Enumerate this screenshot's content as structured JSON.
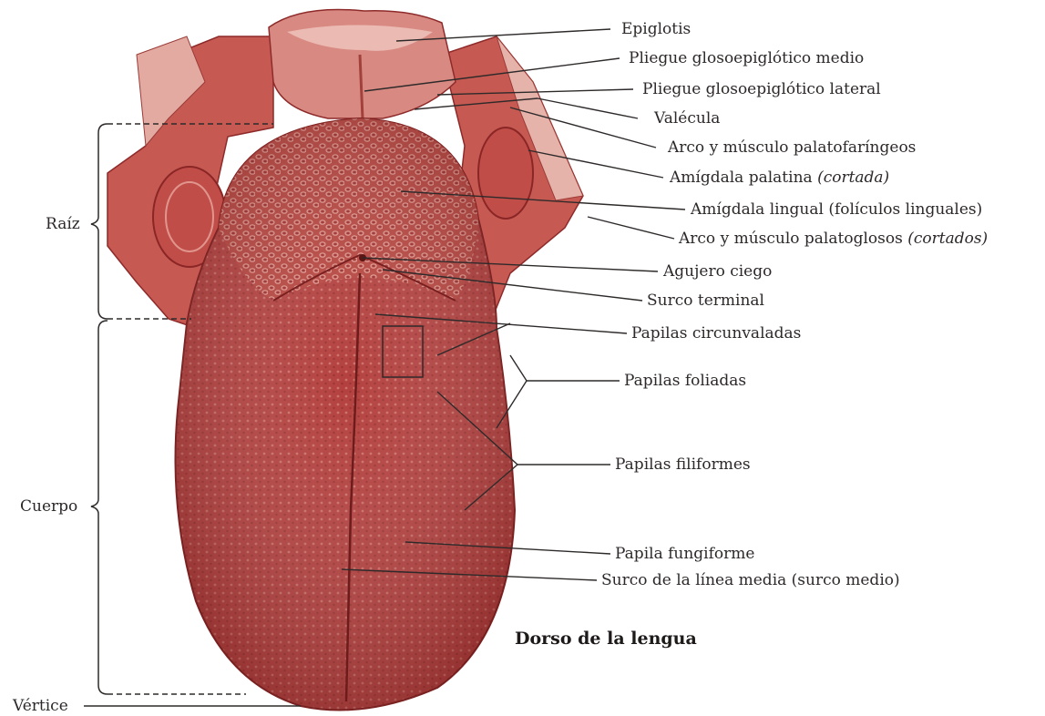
{
  "figure": {
    "title": "Dorso de la lengua",
    "colors": {
      "tissue": "#b5413f",
      "tissue_dark": "#8e2a2a",
      "tissue_light": "#e5a39c",
      "pale": "#f1d2cb",
      "line": "#2e2a2a"
    },
    "labels": [
      {
        "id": "epiglotis",
        "text": "Epiglotis"
      },
      {
        "id": "pliegue-medio",
        "text": "Pliegue glosoepiglótico medio"
      },
      {
        "id": "pliegue-lateral",
        "text": "Pliegue glosoepiglótico lateral"
      },
      {
        "id": "valecula",
        "text": "Valécula"
      },
      {
        "id": "arco-palatofaringeos",
        "text": "Arco y músculo palatofaríngeos"
      },
      {
        "id": "amigdala-palatina",
        "text": "Amígdala palatina",
        "note": "(cortada)"
      },
      {
        "id": "amigdala-lingual",
        "text": "Amígdala lingual (folículos linguales)"
      },
      {
        "id": "arco-palatoglosos",
        "text": "Arco y músculo palatoglosos",
        "note": "(cortados)"
      },
      {
        "id": "agujero-ciego",
        "text": "Agujero ciego"
      },
      {
        "id": "surco-terminal",
        "text": "Surco terminal"
      },
      {
        "id": "papilas-circunvaladas",
        "text": "Papilas circunvaladas"
      },
      {
        "id": "papilas-foliadas",
        "text": "Papilas foliadas"
      },
      {
        "id": "papilas-filiformes",
        "text": "Papilas filiformes"
      },
      {
        "id": "papila-fungiforme",
        "text": "Papila fungiforme"
      },
      {
        "id": "surco-medio",
        "text": "Surco de la línea media (surco medio)"
      }
    ],
    "regions": {
      "raiz": "Raíz",
      "cuerpo": "Cuerpo",
      "vertice": "Vértice"
    }
  }
}
